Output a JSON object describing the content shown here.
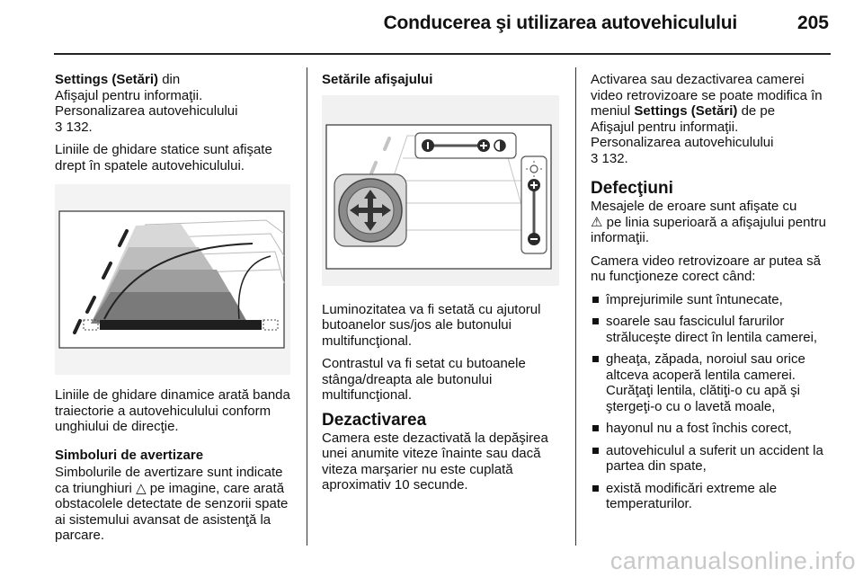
{
  "header": {
    "title": "Conducerea şi utilizarea autovehiculului",
    "page_number": "205"
  },
  "col1": {
    "p1_bold": "Settings (Setări)",
    "p1_rest": " din",
    "p1_line2": "Afişajul pentru informaţii.",
    "p1_line3": "Personalizarea autovehiculului",
    "p1_ref": "132.",
    "p2": "Liniile de ghidare statice sunt afişate drept în spatele autovehiculului.",
    "p3": "Liniile de ghidare dinamice arată banda traiectorie a autovehiculului conform unghiului de direcţie.",
    "h_symbols": "Simboluri de avertizare",
    "p4_a": "Simbolurile de avertizare sunt indicate ca triunghiuri",
    "p4_b": "pe imagine, care arată obstacolele detectate de senzorii spate ai sistemului avansat de asistenţă la parcare."
  },
  "col2": {
    "h_display": "Setările afişajului",
    "p1": "Luminozitatea va fi setată cu ajutorul butoanelor sus/jos ale butonului multifuncţional.",
    "p2": "Contrastul va fi setat cu butoanele stânga/dreapta ale butonului multifuncţional.",
    "h_deactivate": "Dezactivarea",
    "p3": "Camera este dezactivată la depăşirea unei anumite viteze înainte sau dacă viteza marşarier nu este cuplată aproximativ 10 secunde."
  },
  "col3": {
    "p1_a": "Activarea sau dezactivarea camerei video retrovizoare se poate modifica în meniul",
    "p1_bold": "Settings (Setări)",
    "p1_b": "de pe",
    "p1_line2": "Afişajul pentru informaţii.",
    "p1_line3": "Personalizarea autovehiculului",
    "p1_ref": "132.",
    "h_faults": "Defecţiuni",
    "p2_a": "Mesajele de eroare sunt afişate cu",
    "p2_b": "pe linia superioară a afişajului pentru informaţii.",
    "p3": "Camera video retrovizoare ar putea să nu funcţioneze corect când:",
    "bullets": [
      "împrejurimile sunt întunecate,",
      "soarele sau fasciculul farurilor străluceşte direct în lentila camerei,",
      "gheaţa, zăpada, noroiul sau orice altceva acoperă lentila camerei. Curăţaţi lentila, clătiţi-o cu apă şi ştergeţi-o cu o lavetă moale,",
      "hayonul nu a fost închis corect,",
      "autovehiculul a suferit un accident la partea din spate,",
      "există modificări extreme ale temperaturilor."
    ]
  },
  "watermark": "carmanualsonline.info",
  "icons": {
    "ref_arrow": "reference-arrow-icon",
    "warning_triangle": "warning-triangle-icon"
  },
  "colors": {
    "figure_bg": "#f1f1f1",
    "dark_fill": "#2a2a2a",
    "mid_gray": "#8a8a8a"
  }
}
